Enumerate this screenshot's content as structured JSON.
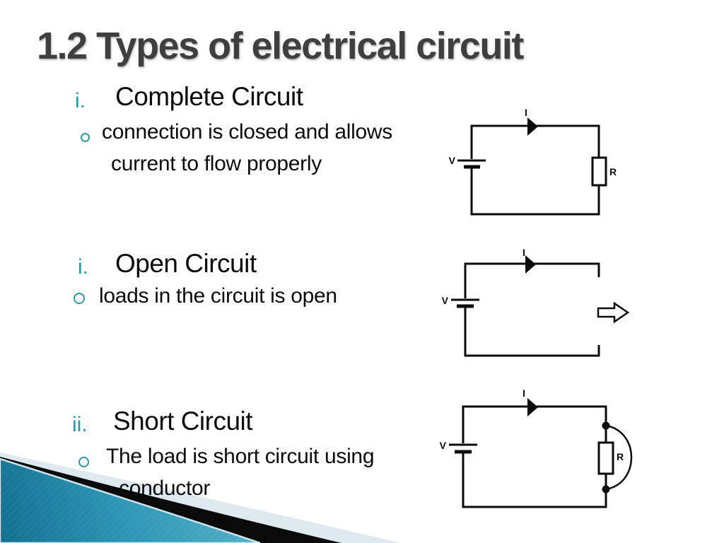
{
  "slide": {
    "title": "1.2 Types of electrical circuit",
    "sections": [
      {
        "marker": "i.",
        "heading": "Complete Circuit",
        "lines": [
          "connection is closed and allows",
          "current to flow properly"
        ]
      },
      {
        "marker": "i.",
        "heading": "Open Circuit",
        "lines": [
          "loads in the circuit is open"
        ]
      },
      {
        "marker": "ii.",
        "heading": "Short Circuit",
        "lines": [
          "The load is short circuit using",
          "conductor"
        ]
      }
    ],
    "circuits": [
      {
        "name": "complete-circuit",
        "current_label": "I",
        "voltage_label": "V",
        "resistor_label": "R"
      },
      {
        "name": "open-circuit",
        "current_label": "I",
        "voltage_label": "V"
      },
      {
        "name": "short-circuit",
        "current_label": "I",
        "voltage_label": "V",
        "resistor_label": "R"
      }
    ],
    "colors": {
      "marker_teal": "#2E96A5",
      "title_gray": "#3F3F3F",
      "teal_triangle_dark": "#136F8E",
      "teal_triangle_light": "#5CB6CC",
      "pale_triangle": "#DDE8EF",
      "black_band": "#0A0A0A"
    }
  }
}
